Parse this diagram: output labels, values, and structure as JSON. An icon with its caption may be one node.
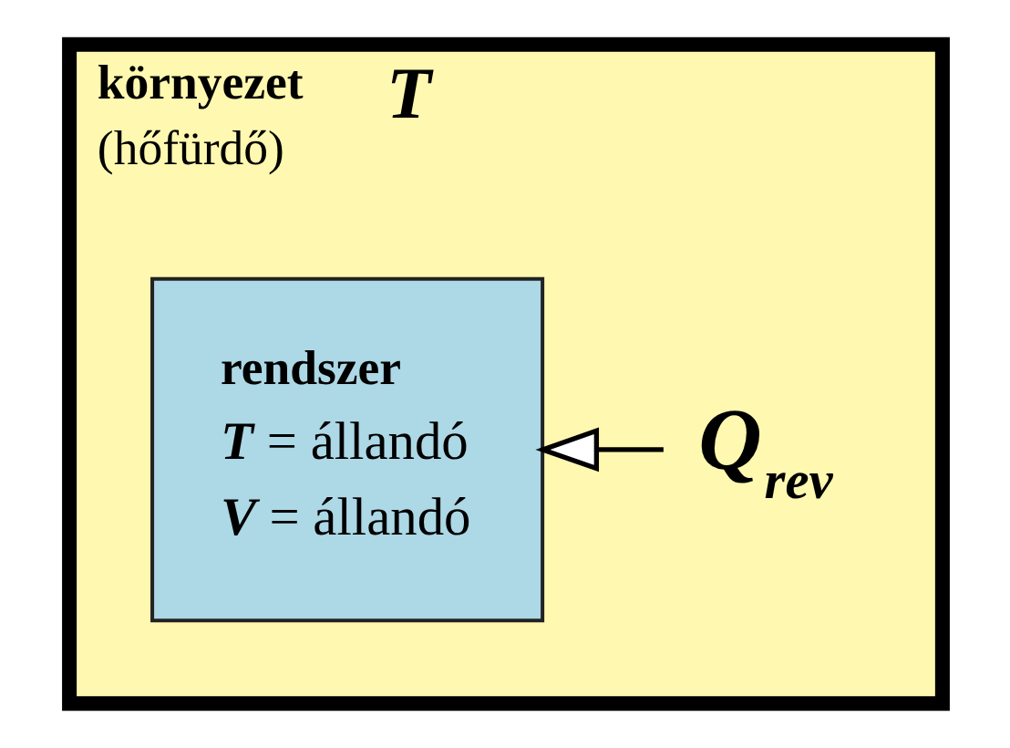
{
  "diagram": {
    "nodes": [
      {
        "text": [
          "környezet",
          "(hőfürdő)",
          "T"
        ]
      },
      {
        "text": [
          "rendszer",
          "**T** = állandó",
          "**V** = állandó"
        ],
        "in": 0
      },
      {
        "text": [
          "Q$_{rev}$"
        ],
        "in": 0
      }
    ],
    "edges": [
      {
        "from": 2,
        "to": 1,
        "arrow": "to"
      }
    ]
  }
}
